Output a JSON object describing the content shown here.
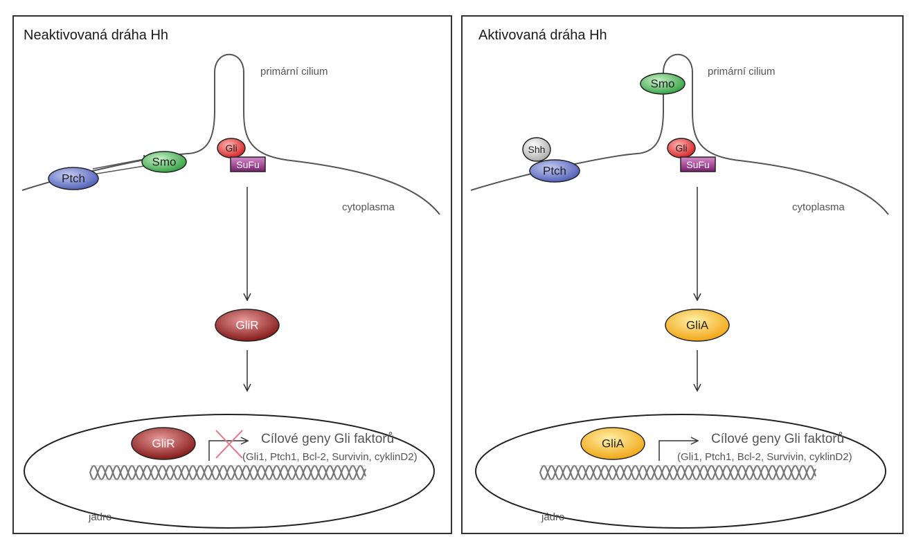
{
  "panels": [
    {
      "title": "Neaktivovaná dráha Hh",
      "cilium_label": "primární cilium",
      "cytoplasm_label": "cytoplasma",
      "nucleus_label": "jádro",
      "ptch": "Ptch",
      "smo": "Smo",
      "gli": "Gli",
      "sufu": "SuFu",
      "gli_form": "GliR",
      "gli_form_nucleus": "GliR",
      "target_title": "Cílové geny Gli faktorů",
      "target_genes": "(Gli1, Ptch1, Bcl-2, Survivin, cyklinD2)",
      "transcription_blocked": true
    },
    {
      "title": "Aktivovaná dráha Hh",
      "cilium_label": "primární cilium",
      "cytoplasm_label": "cytoplasma",
      "nucleus_label": "jádro",
      "shh": "Shh",
      "ptch": "Ptch",
      "smo": "Smo",
      "gli": "Gli",
      "sufu": "SuFu",
      "gli_form": "GliA",
      "gli_form_nucleus": "GliA",
      "target_title": "Cílové geny Gli faktorů",
      "target_genes": "(Gli1, Ptch1, Bcl-2, Survivin, cyklinD2)",
      "transcription_blocked": false
    }
  ],
  "colors": {
    "ptch": "#4a5bb5",
    "smo": "#2e9e3e",
    "gli": "#d41d1d",
    "sufu": "#7a1f6e",
    "glir": "#8c1616",
    "glia": "#f2a20c",
    "shh": "#a8a8a8",
    "block_cross": "#e07a8c"
  }
}
